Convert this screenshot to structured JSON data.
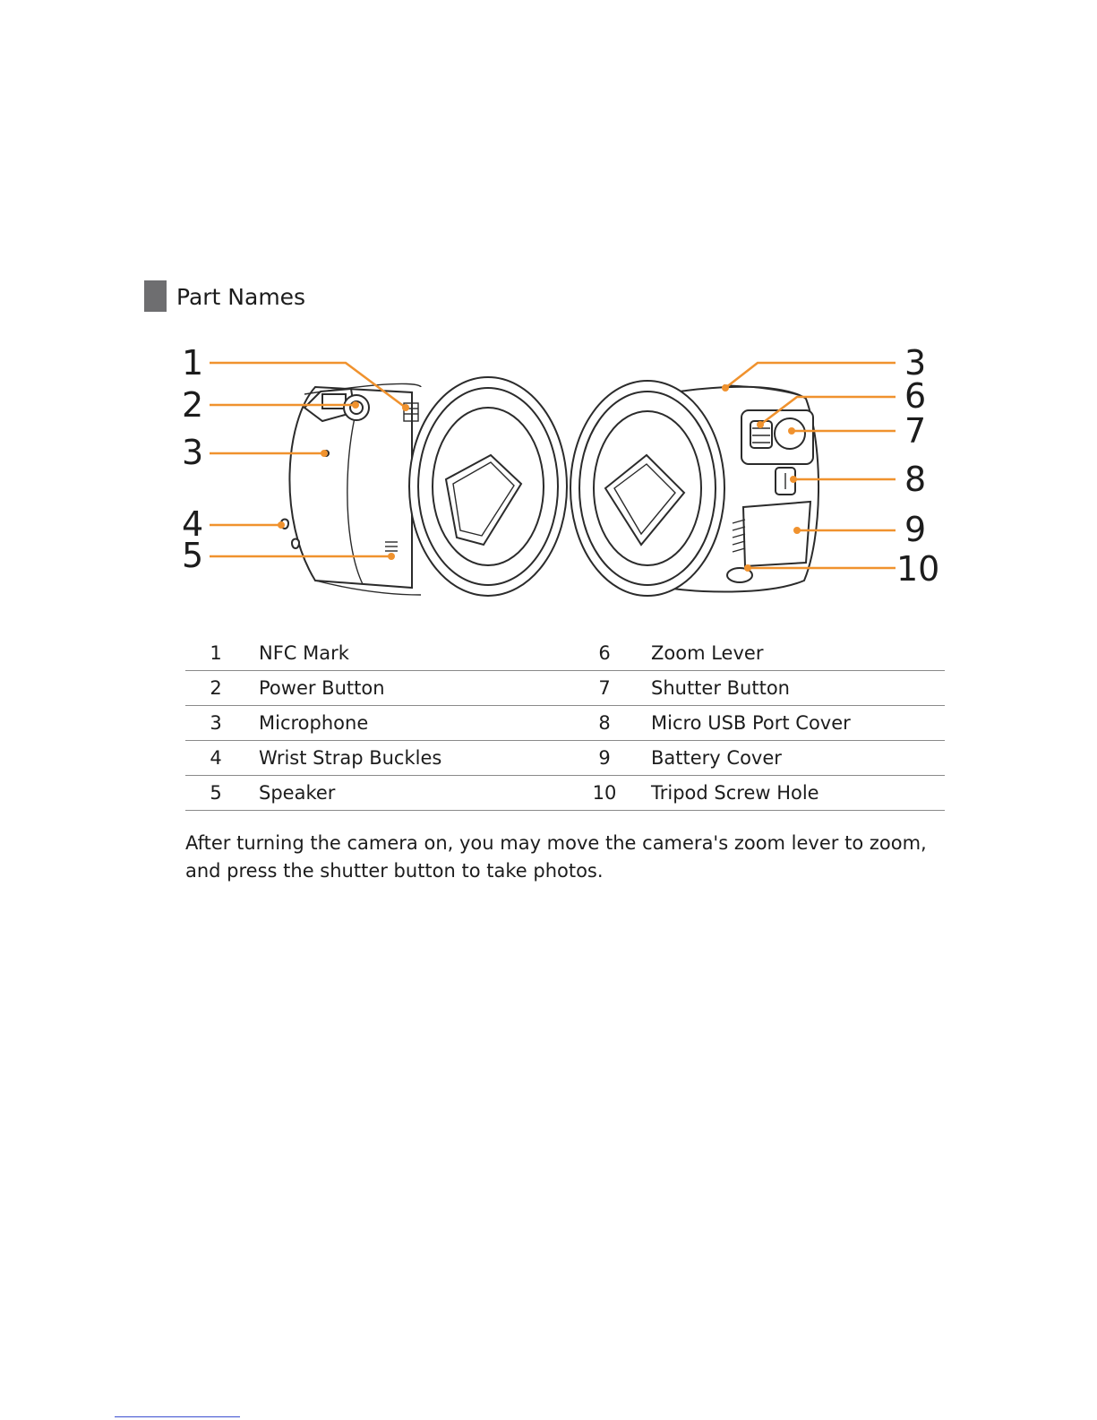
{
  "section": {
    "title": "Part Names"
  },
  "callouts": [
    {
      "number": "1",
      "target": "NFC Mark"
    },
    {
      "number": "2",
      "target": "Power Button"
    },
    {
      "number": "3",
      "target": "Microphone"
    },
    {
      "number": "4",
      "target": "Wrist Strap Buckles"
    },
    {
      "number": "5",
      "target": "Speaker"
    },
    {
      "number": "3",
      "target": "Microphone"
    },
    {
      "number": "6",
      "target": "Zoom Lever"
    },
    {
      "number": "7",
      "target": "Shutter Button"
    },
    {
      "number": "8",
      "target": "Micro USB Port Cover"
    },
    {
      "number": "9",
      "target": "Battery Cover"
    },
    {
      "number": "10",
      "target": "Tripod Screw Hole"
    }
  ],
  "table": {
    "rows": [
      {
        "left_num": "1",
        "left_label": "NFC Mark",
        "right_num": "6",
        "right_label": "Zoom Lever"
      },
      {
        "left_num": "2",
        "left_label": "Power Button",
        "right_num": "7",
        "right_label": "Shutter Button"
      },
      {
        "left_num": "3",
        "left_label": "Microphone",
        "right_num": "8",
        "right_label": "Micro USB Port Cover"
      },
      {
        "left_num": "4",
        "left_label": "Wrist Strap Buckles",
        "right_num": "9",
        "right_label": "Battery Cover"
      },
      {
        "left_num": "5",
        "left_label": "Speaker",
        "right_num": "10",
        "right_label": "Tripod Screw Hole"
      }
    ]
  },
  "body_text": "After turning the camera on, you may move the camera's zoom lever to zoom, and press the shutter button to take photos.",
  "colors": {
    "leader_line": "#f0922e",
    "section_marker": "#6e6e70",
    "text": "#1c1c1c",
    "table_rule": "#8a8a8a"
  }
}
